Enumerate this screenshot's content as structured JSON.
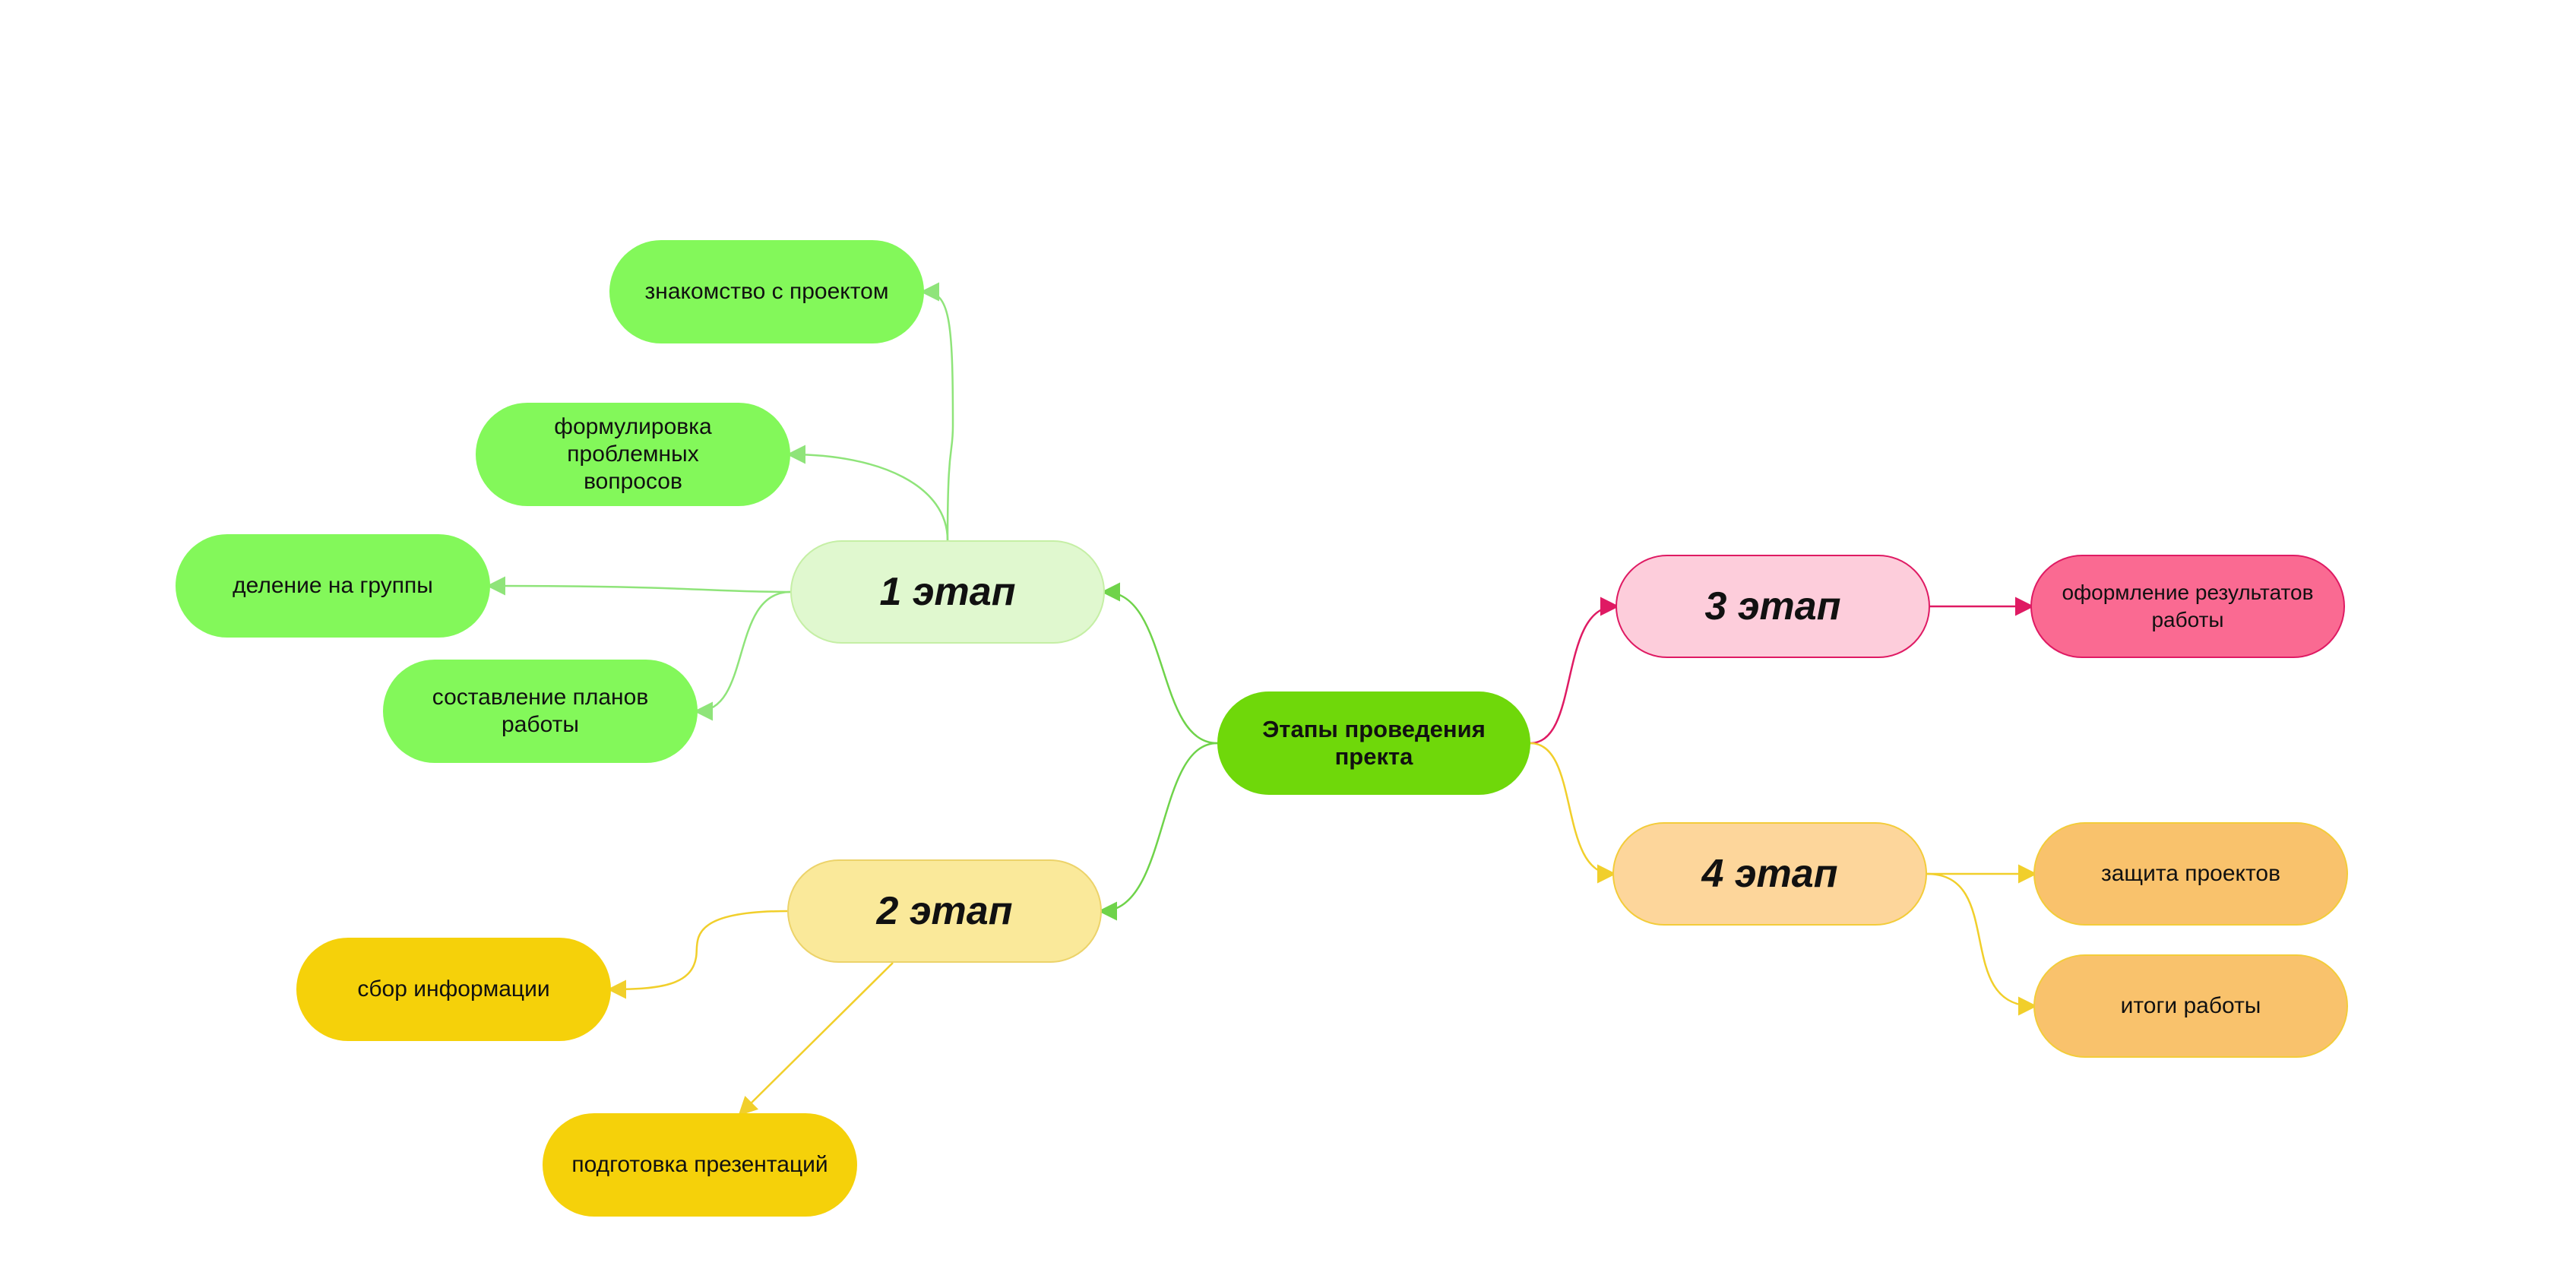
{
  "palette": {
    "green_link": "#6fd34a",
    "light_green_link": "#8fe47a",
    "yellow_link": "#f1cf2b",
    "pink_link": "#df1a63"
  },
  "root": {
    "label": "Этапы проведения пректа"
  },
  "stage1": {
    "label": "1 этап",
    "items": [
      "знакомство с проектом",
      [
        "формулировка проблемных",
        "вопросов"
      ],
      "деление на группы",
      "составление планов работы"
    ]
  },
  "stage2": {
    "label": "2 этап",
    "items": [
      "сбор информации",
      "подготовка презентаций"
    ]
  },
  "stage3": {
    "label": "3 этап",
    "items": [
      "оформление результатов работы"
    ]
  },
  "stage4": {
    "label": "4 этап",
    "items": [
      "защита проектов",
      "итоги работы"
    ]
  }
}
